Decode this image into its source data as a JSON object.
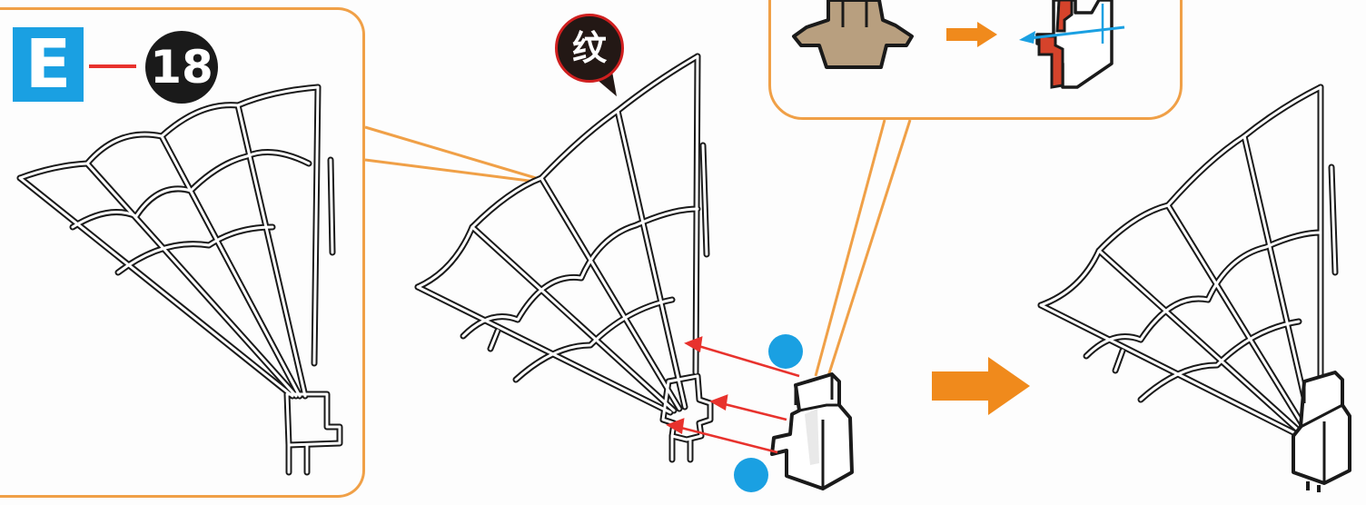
{
  "step": {
    "letter": "E",
    "number": "18"
  },
  "callout": {
    "label": "纹"
  },
  "colors": {
    "accent_orange": "#f0a047",
    "badge_blue": "#1aa0e2",
    "marker_red": "#e8322d",
    "part_red": "#d5432b",
    "part_tan": "#b89f7f",
    "outline": "#1a1a1a"
  },
  "icons": {
    "assembly_arrow": "orange-right-arrow-icon",
    "insert_arrows": "red-insert-arrow-icon",
    "slide_arrow": "blue-left-arrow-icon",
    "markers": "blue-dot-icon"
  }
}
